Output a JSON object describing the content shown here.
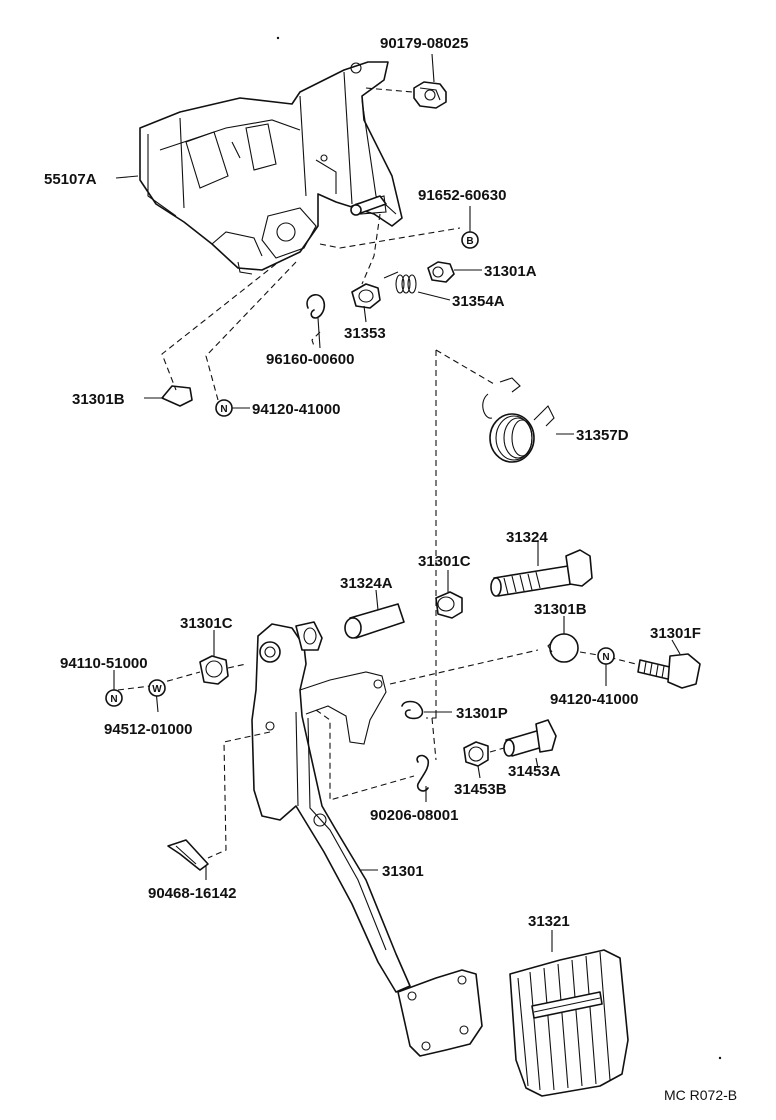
{
  "figure": {
    "reference_code": "MC R072-B"
  },
  "parts": [
    {
      "key": "p90179",
      "label": "90179-08025",
      "symbol": ""
    },
    {
      "key": "p55107A",
      "label": "55107A",
      "symbol": ""
    },
    {
      "key": "p91652",
      "label": "91652-60630",
      "symbol": "B"
    },
    {
      "key": "p31301A",
      "label": "31301A",
      "symbol": ""
    },
    {
      "key": "p31354A",
      "label": "31354A",
      "symbol": ""
    },
    {
      "key": "p31353",
      "label": "31353",
      "symbol": ""
    },
    {
      "key": "p96160",
      "label": "96160-00600",
      "symbol": ""
    },
    {
      "key": "p31301B_top",
      "label": "31301B",
      "symbol": ""
    },
    {
      "key": "p94120_top",
      "label": "94120-41000",
      "symbol": "N"
    },
    {
      "key": "p31357D",
      "label": "31357D",
      "symbol": ""
    },
    {
      "key": "p31324",
      "label": "31324",
      "symbol": ""
    },
    {
      "key": "p31301C_mid",
      "label": "31301C",
      "symbol": ""
    },
    {
      "key": "p31324A",
      "label": "31324A",
      "symbol": ""
    },
    {
      "key": "p31301C_left",
      "label": "31301C",
      "symbol": ""
    },
    {
      "key": "p31301B_mid",
      "label": "31301B",
      "symbol": ""
    },
    {
      "key": "p31301F",
      "label": "31301F",
      "symbol": ""
    },
    {
      "key": "p94110",
      "label": "94110-51000",
      "symbol": "N"
    },
    {
      "key": "p94512",
      "label": "94512-01000",
      "symbol": "W"
    },
    {
      "key": "p94120_mid",
      "label": "94120-41000",
      "symbol": "N"
    },
    {
      "key": "p31301P",
      "label": "31301P",
      "symbol": ""
    },
    {
      "key": "p31453A",
      "label": "31453A",
      "symbol": ""
    },
    {
      "key": "p31453B",
      "label": "31453B",
      "symbol": ""
    },
    {
      "key": "p90206",
      "label": "90206-08001",
      "symbol": ""
    },
    {
      "key": "p90468",
      "label": "90468-16142",
      "symbol": ""
    },
    {
      "key": "p31301",
      "label": "31301",
      "symbol": ""
    },
    {
      "key": "p31321",
      "label": "31321",
      "symbol": ""
    }
  ]
}
